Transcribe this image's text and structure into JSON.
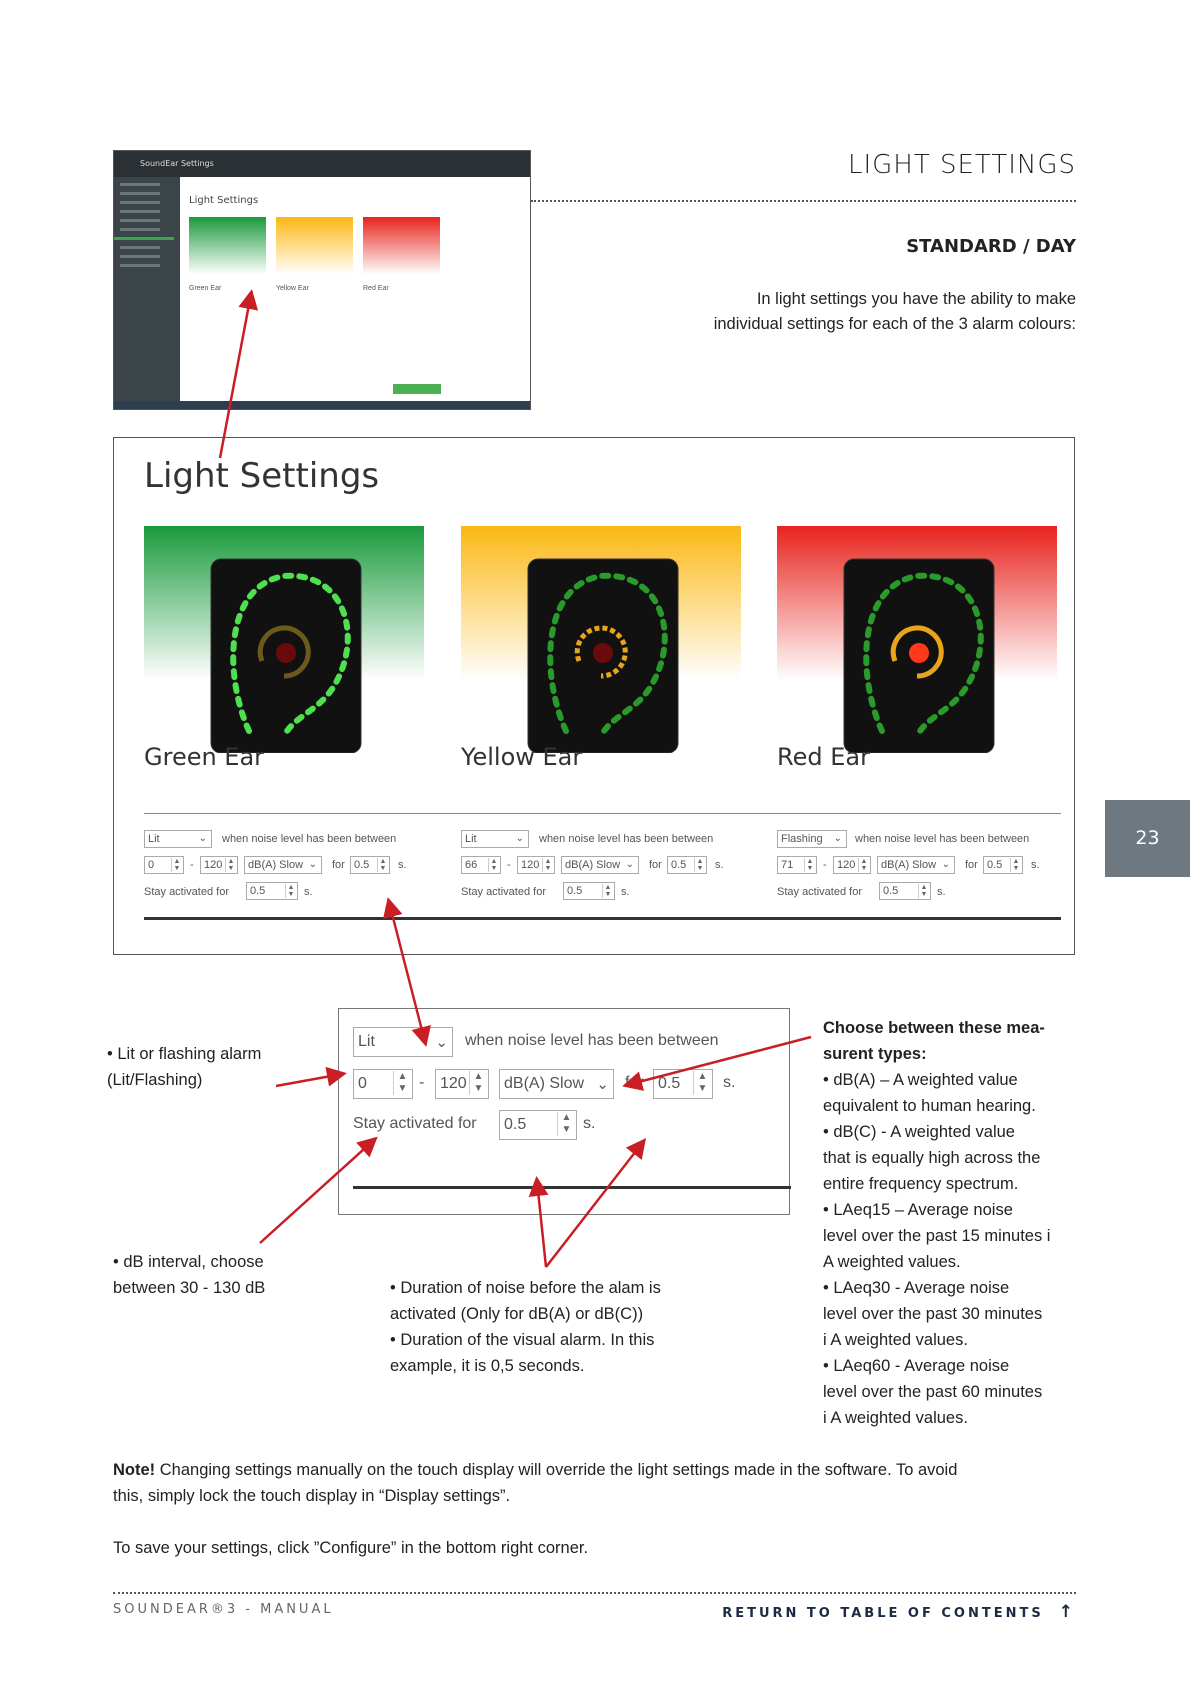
{
  "header": {
    "title": "LIGHT SETTINGS",
    "subtitle": "STANDARD / DAY",
    "intro_line1": "In light settings you have the ability to make",
    "intro_line2": "individual settings for each of the 3 alarm colours:"
  },
  "thumbnail": {
    "app_title": "SoundEar Settings",
    "heading": "Light Settings",
    "ears": [
      "Green Ear",
      "Yellow Ear",
      "Red Ear"
    ]
  },
  "panel": {
    "title": "Light Settings",
    "ears": [
      {
        "name": "Green Ear",
        "mode": "Lit",
        "when": "when noise level has been between",
        "from": "0",
        "to": "120",
        "type": "dB(A) Slow",
        "for_label": "for",
        "for": "0.5",
        "s": "s.",
        "stay_label": "Stay activated for",
        "stay": "0.5",
        "stay_s": "s.",
        "color": "#1a9a3c"
      },
      {
        "name": "Yellow Ear",
        "mode": "Lit",
        "when": "when noise level has been between",
        "from": "66",
        "to": "120",
        "type": "dB(A) Slow",
        "for_label": "for",
        "for": "0.5",
        "s": "s.",
        "stay_label": "Stay activated for",
        "stay": "0.5",
        "stay_s": "s.",
        "color": "#fbb814"
      },
      {
        "name": "Red Ear",
        "mode": "Flashing",
        "when": "when noise level has been between",
        "from": "71",
        "to": "120",
        "type": "dB(A) Slow",
        "for_label": "for",
        "for": "0.5",
        "s": "s.",
        "stay_label": "Stay activated for",
        "stay": "0.5",
        "stay_s": "s.",
        "color": "#e8231c"
      }
    ]
  },
  "zoom": {
    "mode": "Lit",
    "when": "when noise level has been between",
    "from": "0",
    "dash": "-",
    "to": "120",
    "type": "dB(A) Slow",
    "for_label": "for",
    "for": "0.5",
    "s": "s.",
    "stay_label": "Stay activated for",
    "stay": "0.5",
    "stay_s": "s."
  },
  "annotations": {
    "lit_1": "•   Lit or flashing alarm",
    "lit_2": "(Lit/Flashing)",
    "db_1": "•   dB interval, choose",
    "db_2": "between 30 - 130 dB",
    "dur": [
      "•   Duration of noise before the alam is",
      "activated (Only for dB(A) or dB(C))",
      "•   Duration of the visual alarm. In this",
      "example, it is 0,5 seconds."
    ],
    "types_title_1": "Choose between these mea-",
    "types_title_2": "surent types:",
    "types": [
      "•   dB(A) – A weighted value",
      "equivalent to human hearing.",
      "•   dB(C) - A weighted value",
      "that is equally high across the",
      "entire frequency spectrum.",
      "•   LAeq15 – Average noise",
      "level over the past 15 minutes i",
      "A weighted values.",
      "•   LAeq30 - Average noise",
      "level over the past 30 minutes",
      "i A weighted values.",
      "•   LAeq60 - Average noise",
      "level over the past 60 minutes",
      "i A weighted values."
    ]
  },
  "note": {
    "bold": "Note!",
    "line1": " Changing settings manually on the touch display will override the light settings made in the software. To avoid",
    "line2": "this, simply lock the touch display in “Display settings”.",
    "save": "To save your settings, click ”Configure” in the bottom right corner."
  },
  "footer": {
    "left": "SOUNDEAR®3 - MANUAL",
    "right": "RETURN TO TABLE OF CONTENTS",
    "arrow": "↑",
    "page": "23"
  }
}
